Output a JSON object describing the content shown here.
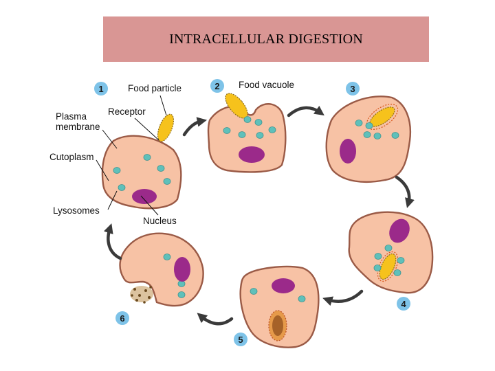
{
  "title": "INTRACELLULAR DIGESTION",
  "labels": {
    "food_particle": "Food particle",
    "food_vacuole": "Food vacuole",
    "receptor": "Receptor",
    "plasma_line1": "Plasma",
    "plasma_line2": "membrane",
    "cytoplasm": "Cutoplasm",
    "lysosomes": "Lysosomes",
    "nucleus": "Nucleus"
  },
  "steps": [
    "1",
    "2",
    "3",
    "4",
    "5",
    "6"
  ],
  "colors": {
    "title_bg": "#d99694",
    "cell": "#f7c2a5",
    "nucleus": "#9b2a8a",
    "lysosome": "#5fc0ba",
    "food": "#f6c21c",
    "badge": "#7ec3e8"
  }
}
